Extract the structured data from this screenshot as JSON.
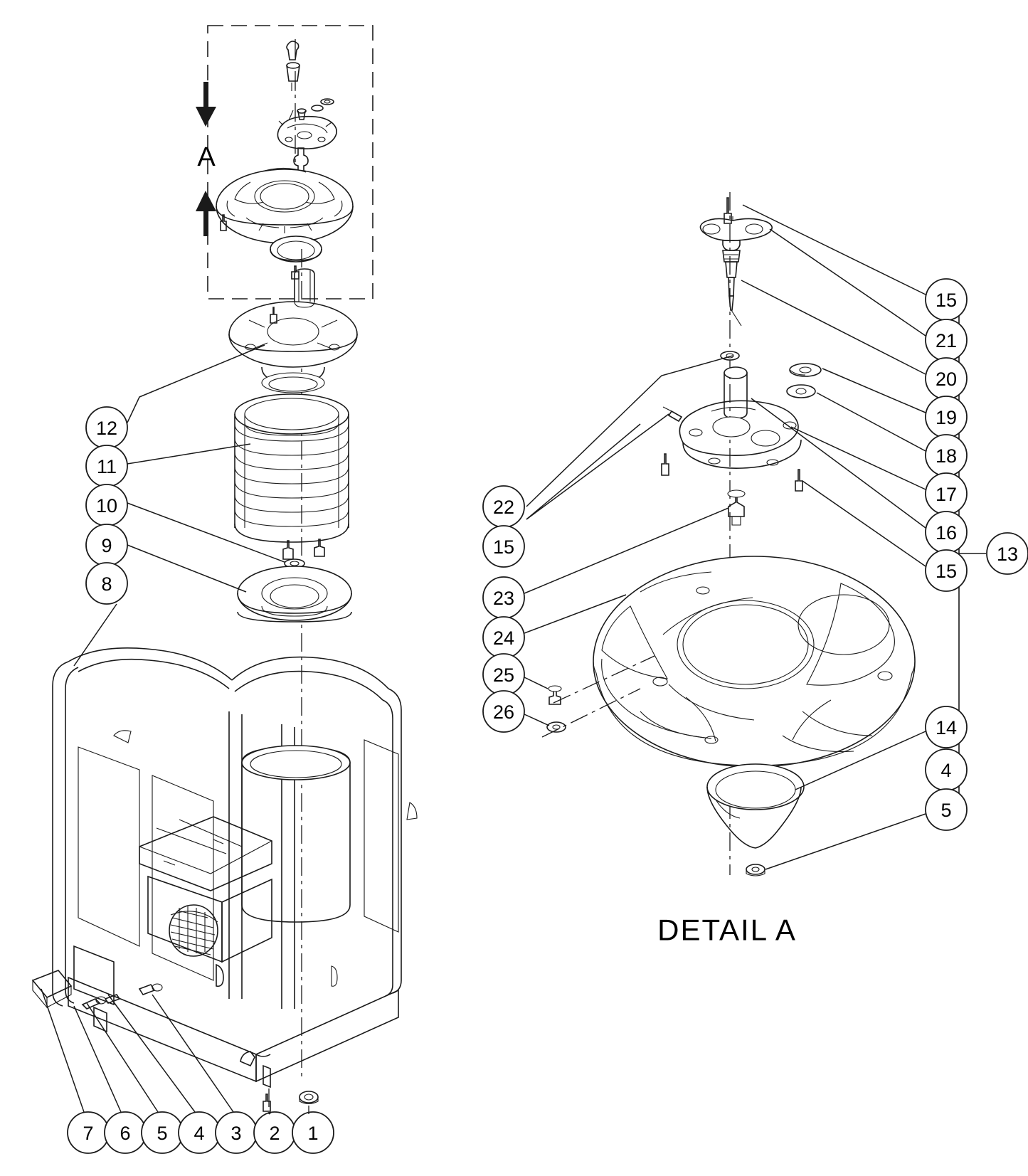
{
  "sheet": {
    "title_detail_a": "DETAIL  A",
    "view_letter_a": "A"
  },
  "balloons": {
    "left_column": [
      {
        "id": "12",
        "label": "12"
      },
      {
        "id": "11",
        "label": "11"
      },
      {
        "id": "10",
        "label": "10"
      },
      {
        "id": "9",
        "label": "9"
      },
      {
        "id": "8",
        "label": "8"
      }
    ],
    "bottom_row": [
      {
        "id": "7",
        "label": "7"
      },
      {
        "id": "6",
        "label": "6"
      },
      {
        "id": "5",
        "label": "5"
      },
      {
        "id": "4",
        "label": "4"
      },
      {
        "id": "3",
        "label": "3"
      },
      {
        "id": "2",
        "label": "2"
      },
      {
        "id": "1",
        "label": "1"
      }
    ],
    "detail_left_column": [
      {
        "id": "22",
        "label": "22"
      },
      {
        "id": "15a",
        "label": "15"
      },
      {
        "id": "23",
        "label": "23"
      },
      {
        "id": "24",
        "label": "24"
      },
      {
        "id": "25",
        "label": "25"
      },
      {
        "id": "26",
        "label": "26"
      }
    ],
    "detail_right_column": [
      {
        "id": "15b",
        "label": "15"
      },
      {
        "id": "21",
        "label": "21"
      },
      {
        "id": "20",
        "label": "20"
      },
      {
        "id": "19",
        "label": "19"
      },
      {
        "id": "18",
        "label": "18"
      },
      {
        "id": "17",
        "label": "17"
      },
      {
        "id": "16",
        "label": "16"
      },
      {
        "id": "15c",
        "label": "15"
      },
      {
        "id": "14",
        "label": "14"
      },
      {
        "id": "4b",
        "label": "4"
      },
      {
        "id": "5b",
        "label": "5"
      }
    ],
    "detail_group": {
      "id": "13",
      "label": "13"
    }
  },
  "colors": {
    "line": "#1a1a1a",
    "background": "#ffffff",
    "shade": "#eeeeee"
  }
}
